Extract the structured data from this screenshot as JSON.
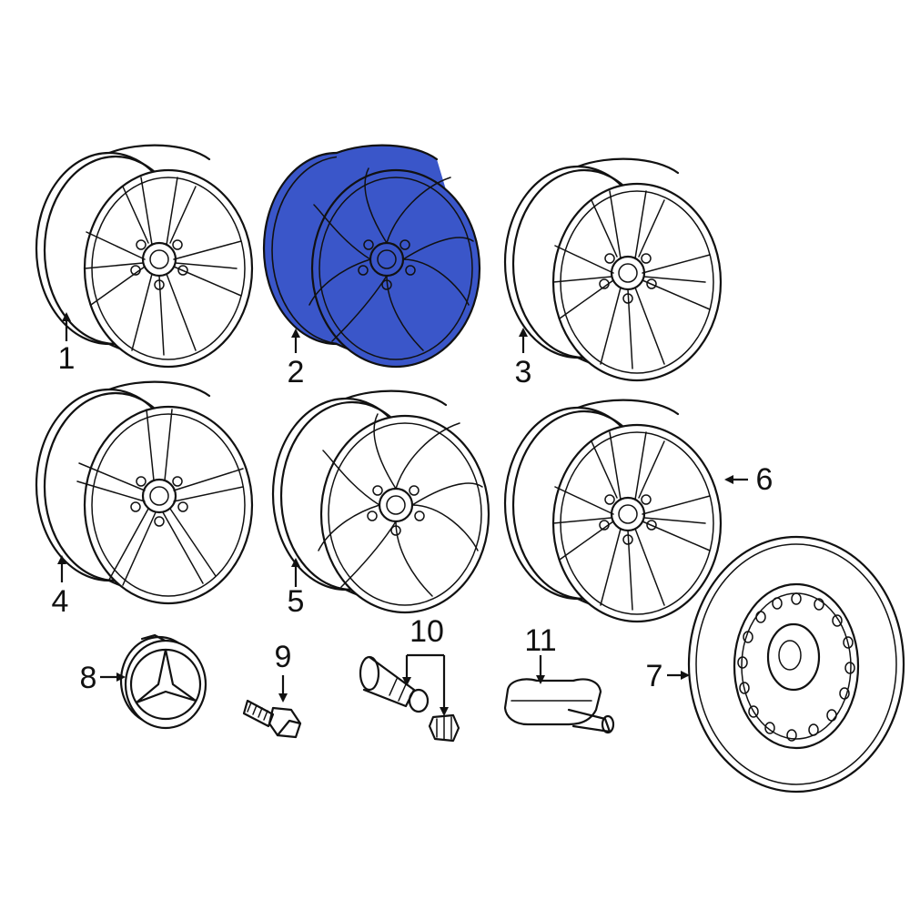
{
  "diagram": {
    "highlight_color": "#3a56c9",
    "line_color": "#111111",
    "background": "#ffffff",
    "callouts": {
      "c1": "1",
      "c2": "2",
      "c3": "3",
      "c4": "4",
      "c5": "5",
      "c6": "6",
      "c7": "7",
      "c8": "8",
      "c9": "9",
      "c10": "10",
      "c11": "11"
    },
    "parts": [
      {
        "callout": "1",
        "icon": "alloy-wheel-icon"
      },
      {
        "callout": "2",
        "icon": "alloy-wheel-icon",
        "highlighted": true
      },
      {
        "callout": "3",
        "icon": "alloy-wheel-icon"
      },
      {
        "callout": "4",
        "icon": "alloy-wheel-icon"
      },
      {
        "callout": "5",
        "icon": "alloy-wheel-icon"
      },
      {
        "callout": "6",
        "icon": "alloy-wheel-icon"
      },
      {
        "callout": "7",
        "icon": "spare-wheel-icon"
      },
      {
        "callout": "8",
        "icon": "center-cap-icon"
      },
      {
        "callout": "9",
        "icon": "lug-bolt-icon"
      },
      {
        "callout": "10",
        "icon": "valve-stem-icon"
      },
      {
        "callout": "11",
        "icon": "tpms-sensor-icon"
      }
    ]
  }
}
